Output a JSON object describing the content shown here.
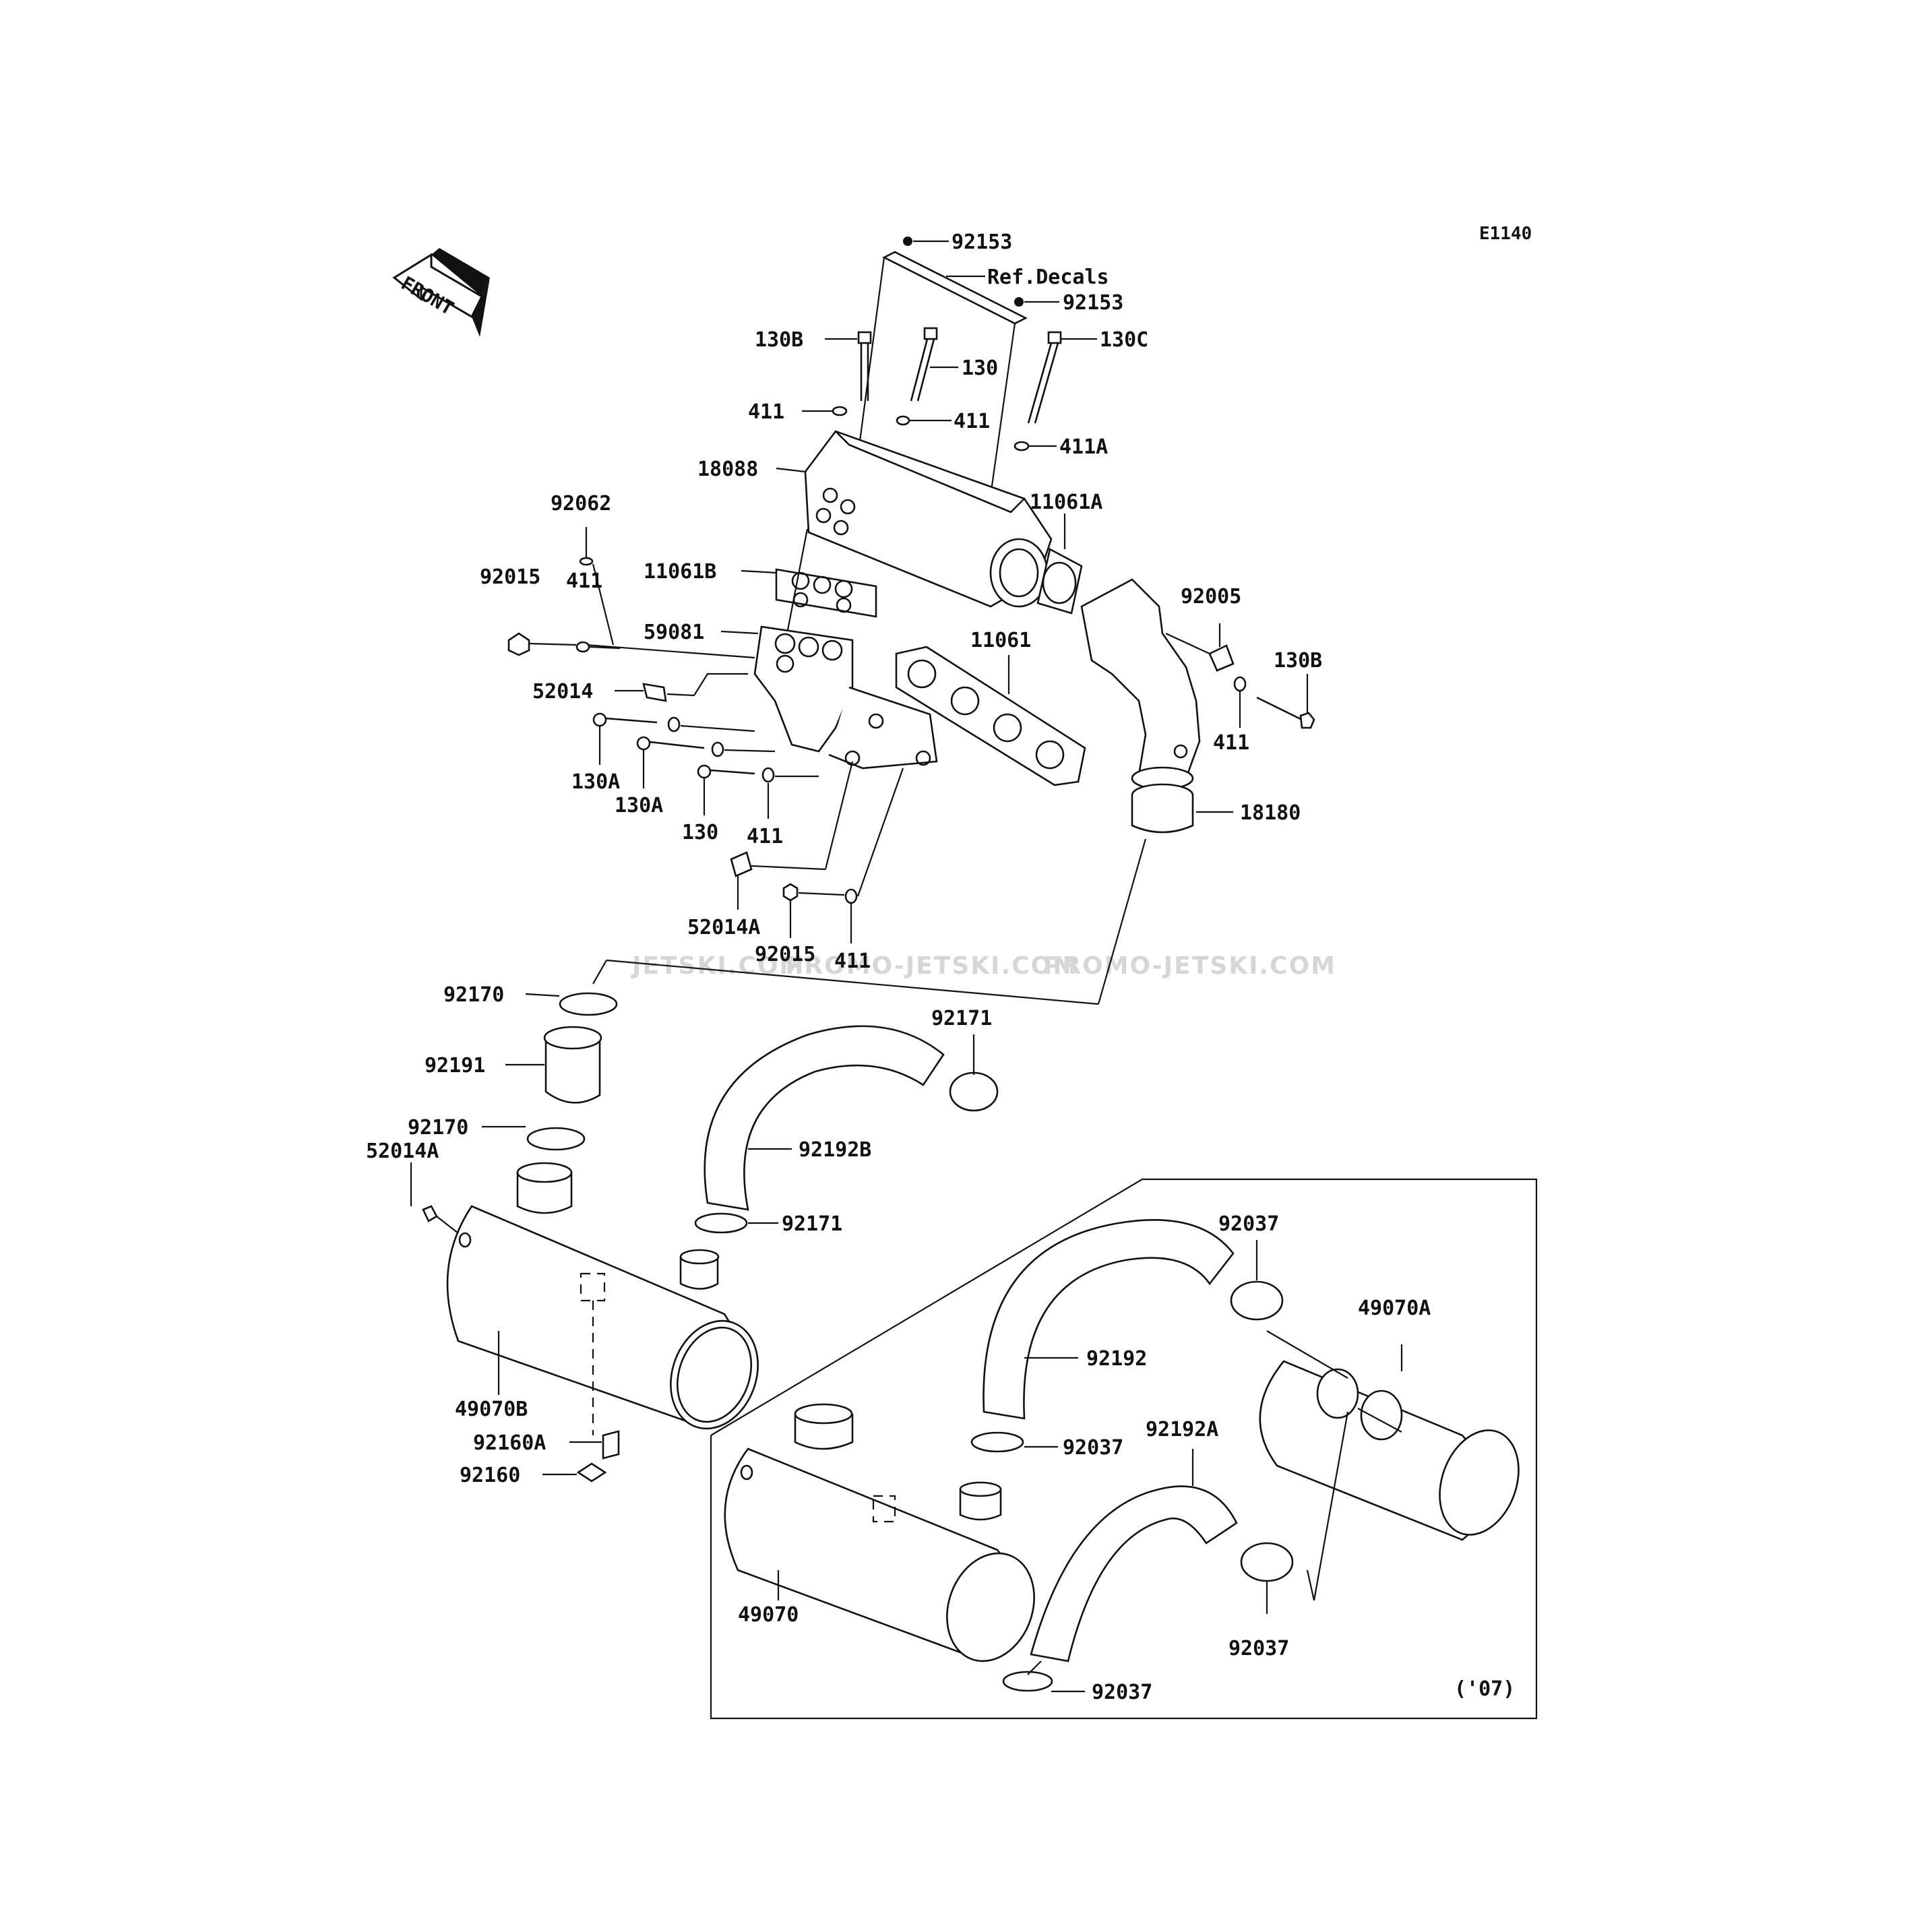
{
  "diagram_code": "E1140",
  "front_label": "FRONT",
  "model_note": "('07)",
  "watermark": {
    "left": "JETSKI.COM",
    "middle": "PROMO-JETSKI.COM",
    "right": "PROMO-JETSKI.COM"
  },
  "labels": {
    "l_92153_a": "92153",
    "l_ref_decals": "Ref.Decals",
    "l_92153_b": "92153",
    "l_130b_top": "130B",
    "l_130_top": "130",
    "l_130c": "130C",
    "l_411_a": "411",
    "l_411_b": "411",
    "l_411a": "411A",
    "l_18088": "18088",
    "l_11061a": "11061A",
    "l_92062": "92062",
    "l_92015_a": "92015",
    "l_411_c": "411",
    "l_11061b": "11061B",
    "l_59081": "59081",
    "l_92005": "92005",
    "l_11061": "11061",
    "l_130b_right": "130B",
    "l_52014": "52014",
    "l_411_d": "411",
    "l_130a_a": "130A",
    "l_130a_b": "130A",
    "l_130_b": "130",
    "l_411_e": "411",
    "l_18180": "18180",
    "l_52014a_a": "52014A",
    "l_92015_b": "92015",
    "l_411_f": "411",
    "l_92170_a": "92170",
    "l_92171_a": "92171",
    "l_92191": "92191",
    "l_92170_b": "92170",
    "l_52014a_b": "52014A",
    "l_92192b": "92192B",
    "l_92171_b": "92171",
    "l_92037_a": "92037",
    "l_49070a": "49070A",
    "l_92192": "92192",
    "l_49070b": "49070B",
    "l_92037_b": "92037",
    "l_92192a": "92192A",
    "l_92160a": "92160A",
    "l_92160": "92160",
    "l_49070": "49070",
    "l_92037_c": "92037",
    "l_92037_d": "92037"
  }
}
